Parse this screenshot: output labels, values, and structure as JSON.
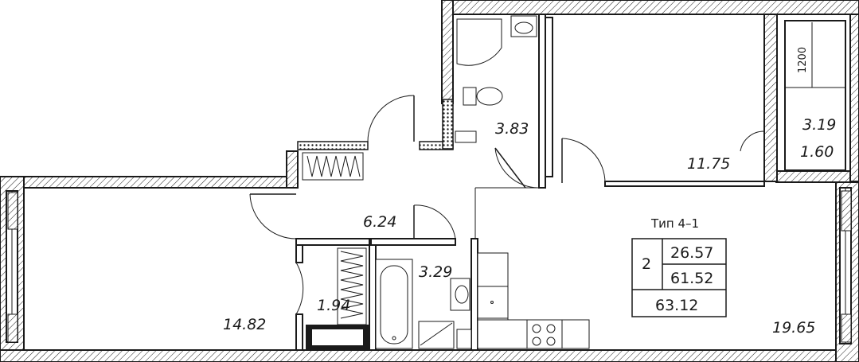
{
  "plan": {
    "apartment_type": "Тип 4–1",
    "summary": {
      "rooms": "2",
      "living_area": "26.57",
      "total_area": "61.52",
      "total_with_balcony": "63.12"
    },
    "rooms": [
      {
        "id": "bathroom-top",
        "area": "3.83"
      },
      {
        "id": "bedroom-top",
        "area": "11.75"
      },
      {
        "id": "balcony",
        "area_primary": "3.19",
        "area_secondary": "1.60"
      },
      {
        "id": "hallway",
        "area": "6.24"
      },
      {
        "id": "bathroom-bottom",
        "area": "3.29"
      },
      {
        "id": "closet",
        "area": "1.94"
      },
      {
        "id": "living-room",
        "area": "14.82"
      },
      {
        "id": "kitchen-living",
        "area": "19.65"
      }
    ],
    "dimensions": {
      "balcony_depth": "1200"
    },
    "colors": {
      "line": "#1a1a1a",
      "background": "#ffffff"
    }
  }
}
